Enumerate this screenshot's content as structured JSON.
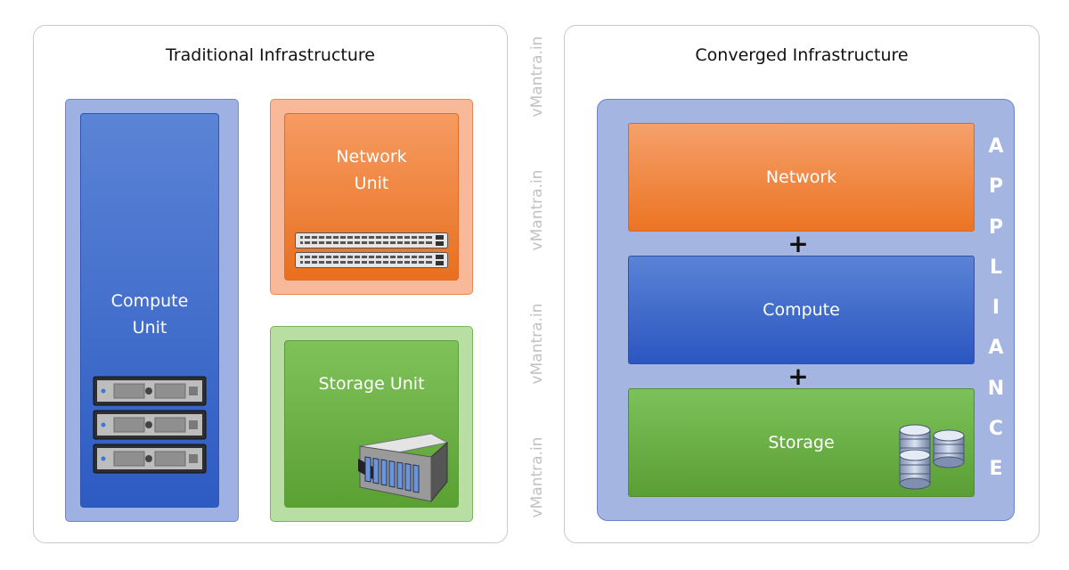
{
  "left": {
    "title": "Traditional Infrastructure",
    "compute": {
      "line1": "Compute",
      "line2": "Unit"
    },
    "network": {
      "line1": "Network",
      "line2": "Unit"
    },
    "storage": {
      "label": "Storage Unit"
    }
  },
  "right": {
    "title": "Converged Infrastructure",
    "network": "Network",
    "compute": "Compute",
    "storage": "Storage",
    "plus": "+",
    "appliance_letters": [
      "A",
      "P",
      "P",
      "L",
      "I",
      "A",
      "N",
      "C",
      "E"
    ]
  },
  "watermark": "vMantra.in",
  "colors": {
    "network": "#ec7423",
    "compute": "#2e5bc2",
    "storage": "#5aa033",
    "appliance": "#a5b5e2"
  }
}
